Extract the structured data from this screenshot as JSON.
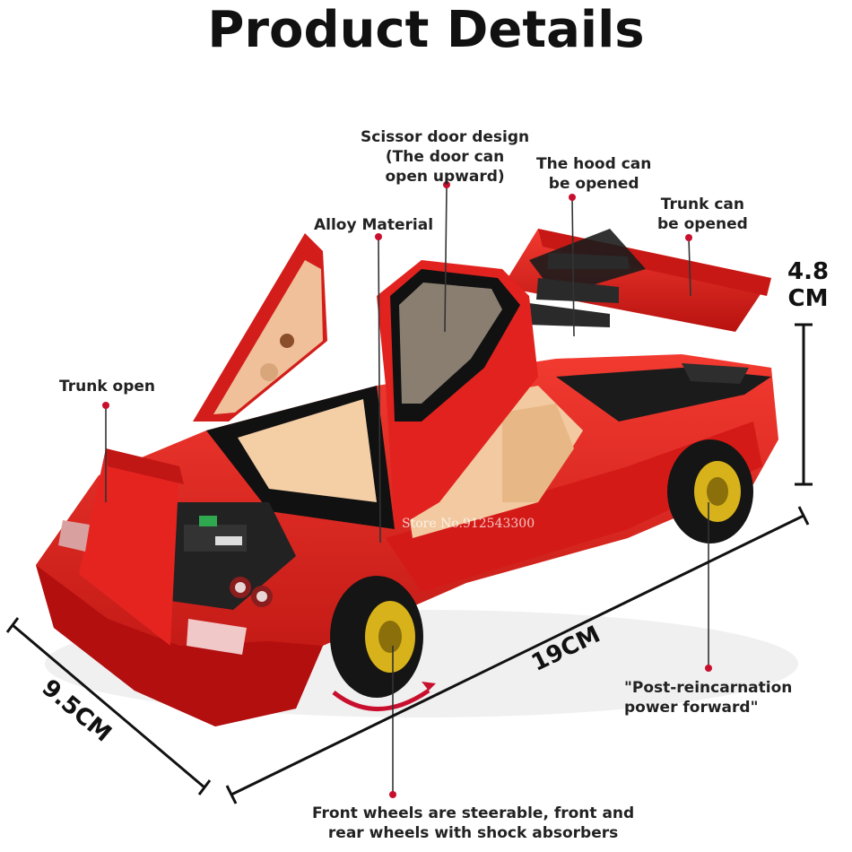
{
  "title": "Product Details",
  "labels": {
    "scissor_door": [
      "Scissor door design",
      "(The door can",
      "open upward)"
    ],
    "hood": [
      "The hood can",
      "be opened"
    ],
    "trunk_can": [
      "Trunk can",
      "be opened"
    ],
    "alloy": [
      "Alloy Material"
    ],
    "trunk_open": [
      "Trunk open"
    ],
    "post_reincarnation": [
      "\"Post-reincarnation",
      "power forward\""
    ],
    "front_wheels": [
      "Front wheels are steerable, front and",
      "rear wheels with shock absorbers"
    ]
  },
  "dimensions": {
    "height": [
      "4.8",
      "CM"
    ],
    "length": "19CM",
    "width": "9.5CM"
  },
  "watermark": "Store No.912543300",
  "colors": {
    "car_red": "#e31e1e",
    "car_dark_red": "#a80f12",
    "interior_tan": "#f2c9a0",
    "wheel_gold": "#d8b21a",
    "marker_red": "#c8102e"
  }
}
